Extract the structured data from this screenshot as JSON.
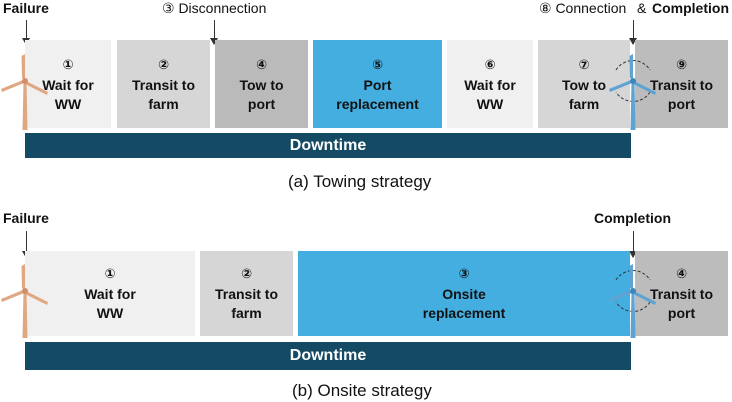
{
  "towing": {
    "events": {
      "failure": "Failure",
      "disconnection": "③ Disconnection",
      "connection": "⑧ Connection",
      "amp": "&",
      "completion": "Completion"
    },
    "steps": [
      {
        "num": "①",
        "label1": "Wait for",
        "label2": "WW",
        "color": "#f0f0f0"
      },
      {
        "num": "②",
        "label1": "Transit to",
        "label2": "farm",
        "color": "#d6d6d6"
      },
      {
        "num": "④",
        "label1": "Tow to",
        "label2": "port",
        "color": "#bababa"
      },
      {
        "num": "⑤",
        "label1": "Port",
        "label2": "replacement",
        "color": "#44aee0"
      },
      {
        "num": "⑥",
        "label1": "Wait for",
        "label2": "WW",
        "color": "#f0f0f0"
      },
      {
        "num": "⑦",
        "label1": "Tow to",
        "label2": "farm",
        "color": "#d6d6d6"
      },
      {
        "num": "⑨",
        "label1": "Transit to",
        "label2": "port",
        "color": "#bcbcbc"
      }
    ],
    "downtime": "Downtime",
    "caption": "(a) Towing strategy"
  },
  "onsite": {
    "events": {
      "failure": "Failure",
      "completion": "Completion"
    },
    "steps": [
      {
        "num": "①",
        "label1": "Wait for",
        "label2": "WW",
        "color": "#f0f0f0"
      },
      {
        "num": "②",
        "label1": "Transit to",
        "label2": "farm",
        "color": "#d6d6d6"
      },
      {
        "num": "③",
        "label1": "Onsite",
        "label2": "replacement",
        "color": "#44aee0"
      },
      {
        "num": "④",
        "label1": "Transit to",
        "label2": "port",
        "color": "#bcbcbc"
      }
    ],
    "downtime": "Downtime",
    "caption": "(b) Onsite strategy"
  },
  "colors": {
    "downtime": "#144a63",
    "turbine_failed": "#e0a783",
    "turbine_ok": "#5fa3d3"
  }
}
